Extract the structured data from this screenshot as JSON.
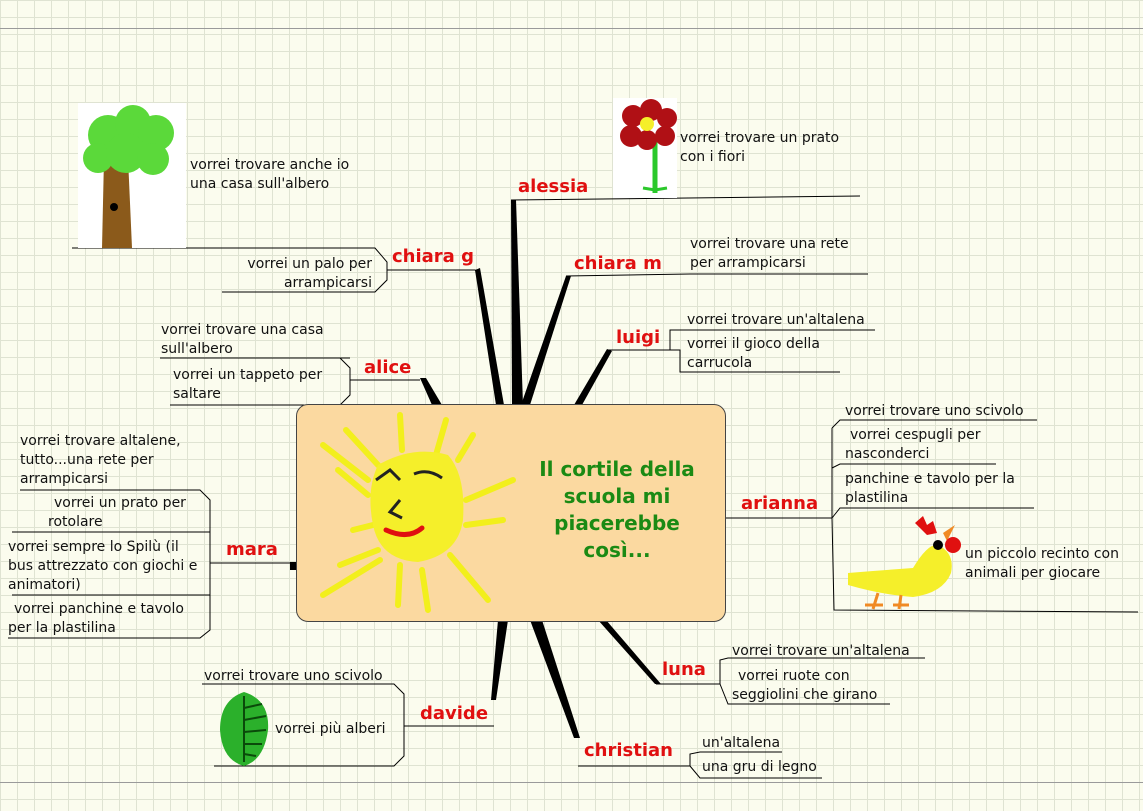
{
  "center": {
    "title": "Il cortile della scuola mi piacerebbe così..."
  },
  "branches": [
    {
      "name": "chiara g",
      "items": [
        "vorrei trovare anche io una casa sull'albero",
        "vorrei un palo per arrampicarsi"
      ]
    },
    {
      "name": "alessia",
      "items": [
        "vorrei trovare un prato con i fiori"
      ]
    },
    {
      "name": "chiara m",
      "items": [
        "vorrei trovare una rete per arrampicarsi"
      ]
    },
    {
      "name": "luigi",
      "items": [
        "vorrei trovare un'altalena",
        "vorrei il gioco della carrucola"
      ]
    },
    {
      "name": "alice",
      "items": [
        "vorrei trovare una casa sull'albero",
        "vorrei un tappeto per saltare"
      ]
    },
    {
      "name": "arianna",
      "items": [
        "vorrei trovare uno scivolo",
        "vorrei cespugli per nasconderci",
        "panchine e tavolo per la plastilina",
        "un piccolo recinto con animali per giocare"
      ]
    },
    {
      "name": "mara",
      "items": [
        "vorrei trovare altalene, tutto...una rete per arrampicarsi",
        "vorrei un prato per rotolare",
        "vorrei sempre lo Spilù (il bus attrezzato con giochi e animatori)",
        "vorrei panchine e tavolo per la plastilina"
      ]
    },
    {
      "name": "luna",
      "items": [
        "vorrei trovare un'altalena",
        "vorrei ruote con seggiolini che girano"
      ]
    },
    {
      "name": "davide",
      "items": [
        "vorrei trovare uno scivolo",
        "vorrei più alberi"
      ]
    },
    {
      "name": "christian",
      "items": [
        "un'altalena",
        "una gru di legno"
      ]
    }
  ],
  "images": [
    "tree-picture",
    "flower-picture",
    "sun-picture",
    "chick-picture",
    "leaf-picture"
  ],
  "colors": {
    "center_fill": "#fbd9a0",
    "name_text": "#e01010",
    "title_text": "#1b8a14",
    "grid_background": "#fbfcee"
  }
}
